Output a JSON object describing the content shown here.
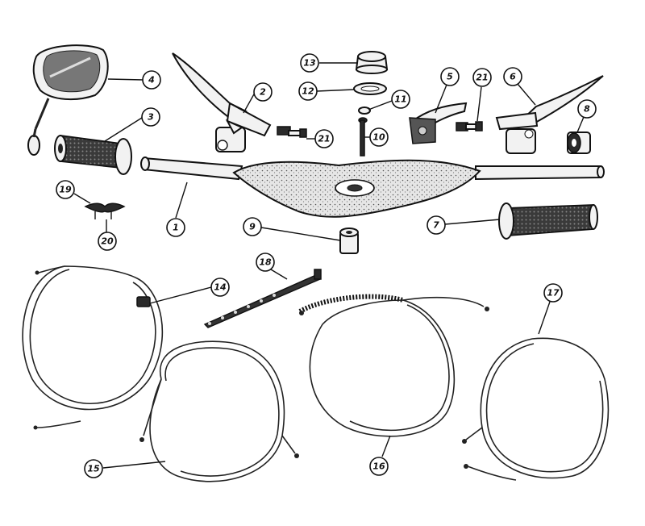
{
  "callouts": [
    {
      "id": "c1",
      "label": "1"
    },
    {
      "id": "c2",
      "label": "2"
    },
    {
      "id": "c3",
      "label": "3"
    },
    {
      "id": "c4",
      "label": "4"
    },
    {
      "id": "c5",
      "label": "5"
    },
    {
      "id": "c6",
      "label": "6"
    },
    {
      "id": "c7",
      "label": "7"
    },
    {
      "id": "c8",
      "label": "8"
    },
    {
      "id": "c9",
      "label": "9"
    },
    {
      "id": "c10",
      "label": "10"
    },
    {
      "id": "c11",
      "label": "11"
    },
    {
      "id": "c12",
      "label": "12"
    },
    {
      "id": "c13",
      "label": "13"
    },
    {
      "id": "c14",
      "label": "14"
    },
    {
      "id": "c15",
      "label": "15"
    },
    {
      "id": "c16",
      "label": "16"
    },
    {
      "id": "c17",
      "label": "17"
    },
    {
      "id": "c18",
      "label": "18"
    },
    {
      "id": "c19",
      "label": "19"
    },
    {
      "id": "c20",
      "label": "20"
    },
    {
      "id": "c21a",
      "label": "21"
    },
    {
      "id": "c21b",
      "label": "21"
    }
  ],
  "colors": {
    "ink": "#111111",
    "paper": "#ffffff",
    "speckle": "#d9d9d9"
  }
}
